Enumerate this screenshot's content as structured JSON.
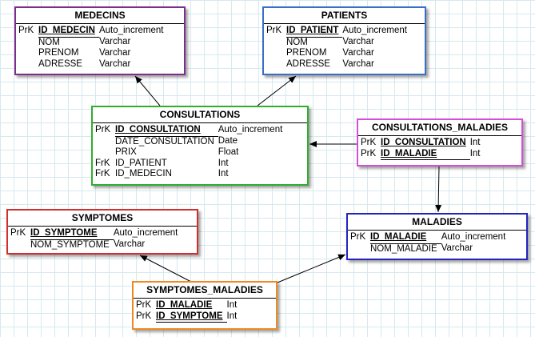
{
  "colors": {
    "medecins": "#7d2d8c",
    "patients": "#3a6fc4",
    "consultations": "#2fae2f",
    "consultations_maladies": "#d44fd6",
    "symptomes": "#d12f2f",
    "maladies": "#2323c2",
    "symptomes_maladies": "#ee8a22"
  },
  "entities": {
    "medecins": {
      "title": "MEDECINS",
      "rows": [
        {
          "key": "PrK",
          "name": "ID_MEDECIN",
          "type": "Auto_increment",
          "pk": true
        },
        {
          "key": "",
          "name": "NOM",
          "type": "Varchar",
          "pk": false
        },
        {
          "key": "",
          "name": "PRENOM",
          "type": "Varchar",
          "pk": false
        },
        {
          "key": "",
          "name": "ADRESSE",
          "type": "Varchar",
          "pk": false
        }
      ]
    },
    "patients": {
      "title": "PATIENTS",
      "rows": [
        {
          "key": "PrK",
          "name": "ID_PATIENT",
          "type": "Auto_increment",
          "pk": true
        },
        {
          "key": "",
          "name": "NOM",
          "type": "Varchar",
          "pk": false
        },
        {
          "key": "",
          "name": "PRENOM",
          "type": "Varchar",
          "pk": false
        },
        {
          "key": "",
          "name": "ADRESSE",
          "type": "Varchar",
          "pk": false
        }
      ]
    },
    "consultations": {
      "title": "CONSULTATIONS",
      "rows": [
        {
          "key": "PrK",
          "name": "ID_CONSULTATION",
          "type": "Auto_increment",
          "pk": true
        },
        {
          "key": "",
          "name": "DATE_CONSULTATION",
          "type": "Date",
          "pk": false
        },
        {
          "key": "",
          "name": "PRIX",
          "type": "Float",
          "pk": false
        },
        {
          "key": "FrK",
          "name": "ID_PATIENT",
          "type": "Int",
          "pk": false
        },
        {
          "key": "FrK",
          "name": "ID_MEDECIN",
          "type": "Int",
          "pk": false
        }
      ]
    },
    "consultations_maladies": {
      "title": "CONSULTATIONS_MALADIES",
      "rows": [
        {
          "key": "PrK",
          "name": "ID_CONSULTATION",
          "type": "Int",
          "pk": true
        },
        {
          "key": "PrK",
          "name": "ID_MALADIE",
          "type": "Int",
          "pk": true
        }
      ]
    },
    "symptomes": {
      "title": "SYMPTOMES",
      "rows": [
        {
          "key": "PrK",
          "name": "ID_SYMPTOME",
          "type": "Auto_increment",
          "pk": true
        },
        {
          "key": "",
          "name": "NOM_SYMPTOME",
          "type": "Varchar",
          "pk": false
        }
      ]
    },
    "maladies": {
      "title": "MALADIES",
      "rows": [
        {
          "key": "PrK",
          "name": "ID_MALADIE",
          "type": "Auto_increment",
          "pk": true
        },
        {
          "key": "",
          "name": "NOM_MALADIE",
          "type": "Varchar",
          "pk": false
        }
      ]
    },
    "symptomes_maladies": {
      "title": "SYMPTOMES_MALADIES",
      "rows": [
        {
          "key": "PrK",
          "name": "ID_MALADIE",
          "type": "Int",
          "pk": true
        },
        {
          "key": "PrK",
          "name": "ID_SYMPTOME",
          "type": "Int",
          "pk": true
        }
      ]
    }
  },
  "relations": [
    {
      "from": "consultations",
      "to": "medecins"
    },
    {
      "from": "consultations",
      "to": "patients"
    },
    {
      "from": "consultations_maladies",
      "to": "consultations"
    },
    {
      "from": "consultations_maladies",
      "to": "maladies"
    },
    {
      "from": "symptomes_maladies",
      "to": "symptomes"
    },
    {
      "from": "symptomes_maladies",
      "to": "maladies"
    }
  ]
}
